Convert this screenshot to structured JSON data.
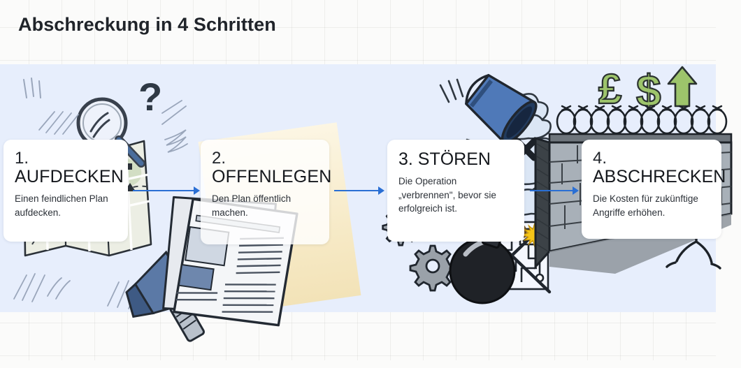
{
  "page": {
    "title": "Abschreckung in 4 Schritten",
    "band_color": "#e7eefc",
    "accent_color": "#2a6fd4",
    "money_color": "#93c063"
  },
  "steps": [
    {
      "number": "1.",
      "heading": "AUFDECKEN",
      "heading_inline": "1. AUFDECKEN",
      "description": "Einen feindlichen Plan aufdecken.",
      "illustration": "map-magnifier-question-mark"
    },
    {
      "number": "2.",
      "heading": "OFFENLEGEN",
      "heading_inline": "2. OFFENLEGEN",
      "description": "Den Plan öffentlich machen.",
      "illustration": "newspaper-megaphone"
    },
    {
      "number": "3.",
      "heading": "STÖREN",
      "heading_inline": "3. STÖREN",
      "description": "Die Operation „verbrennen\", bevor sie erfolgreich ist.",
      "illustration": "water-bucket-smoke-bomb-gears"
    },
    {
      "number": "4.",
      "heading": "ABSCHRECKEN",
      "heading_inline": "4. ABSCHRECKEN",
      "description": "Die Kosten für zukünftige Angriffe erhöhen.",
      "illustration": "brick-wall-barbed-wire-currency-person"
    }
  ],
  "money_symbols": [
    "£",
    "$"
  ],
  "connectors": [
    {
      "from": "1",
      "to": "2"
    },
    {
      "from": "2",
      "to": "3"
    },
    {
      "from": "3",
      "to": "4"
    }
  ]
}
